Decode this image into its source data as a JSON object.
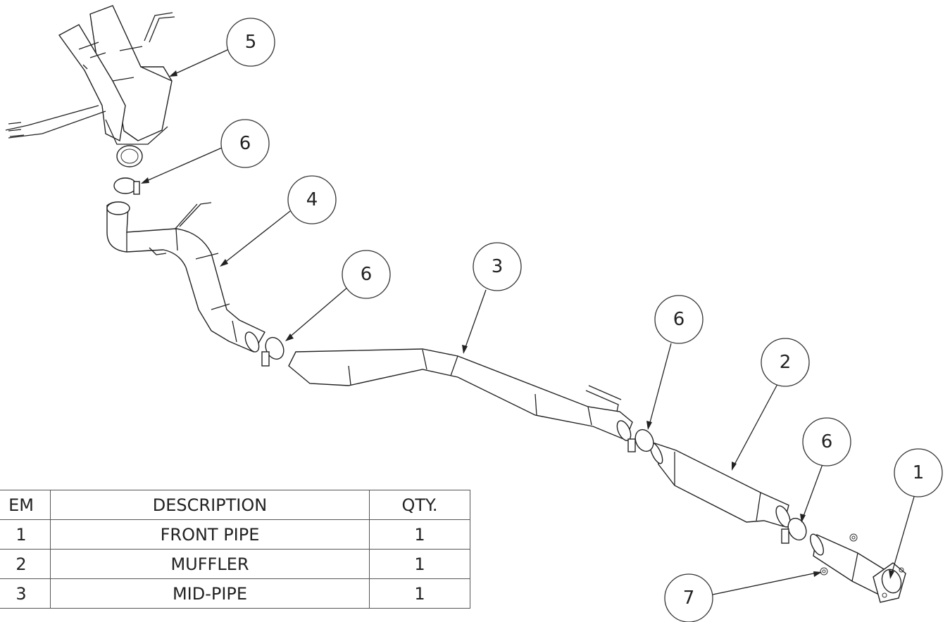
{
  "bom": {
    "headers": {
      "item": "EM",
      "description": "DESCRIPTION",
      "qty": "QTY."
    },
    "rows": [
      {
        "item": "1",
        "description": "FRONT PIPE",
        "qty": "1"
      },
      {
        "item": "2",
        "description": "MUFFLER",
        "qty": "1"
      },
      {
        "item": "3",
        "description": "MID-PIPE",
        "qty": "1"
      }
    ]
  },
  "balloons": {
    "b5": "5",
    "b6a": "6",
    "b4": "4",
    "b6b": "6",
    "b3": "3",
    "b6c": "6",
    "b2": "2",
    "b6d": "6",
    "b1": "1",
    "b7": "7"
  },
  "colors": {
    "line": "#222222",
    "background": "#ffffff"
  }
}
